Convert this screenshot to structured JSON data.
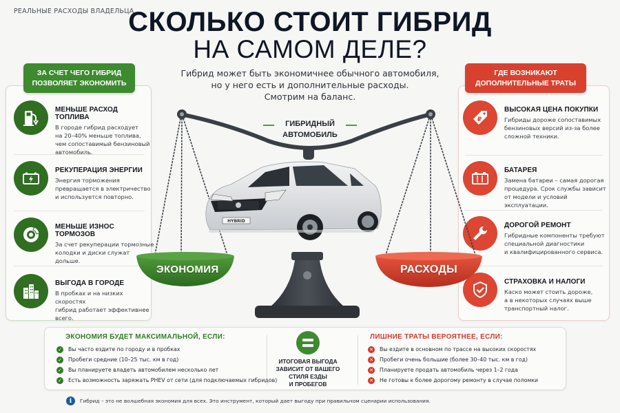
{
  "header": {
    "kicker": "РЕАЛЬНЫЕ РАСХОДЫ ВЛАДЕЛЬЦА",
    "title_line1": "СКОЛЬКО СТОИТ ГИБРИД",
    "title_line2": "НА САМОМ ДЕЛЕ?",
    "subtitle_lines": [
      "Гибрид может быть экономичнее обычного автомобиля,",
      "но у него есть и дополнительные расходы.",
      "Смотрим на баланс."
    ]
  },
  "colors": {
    "green": "#3d8a2f",
    "green_dark": "#306e21",
    "red": "#d9412f",
    "title": "#0f1624"
  },
  "savings_panel": {
    "heading_line1": "ЗА СЧЕТ ЧЕГО ГИБРИД",
    "heading_line2": "ПОЗВОЛЯЕТ ЭКОНОМИТЬ",
    "items": [
      {
        "icon": "fuel-pump-icon",
        "title": "МЕНЬШЕ РАСХОД ТОПЛИВА",
        "lines": [
          "В городе гибрид расходует",
          "на 20–40% меньше топлива,",
          "чем сопоставимый бензиновый",
          "автомобиль."
        ]
      },
      {
        "icon": "battery-charge-icon",
        "title": "РЕКУПЕРАЦИЯ ЭНЕРГИИ",
        "lines": [
          "Энергия торможения",
          "превращается в электричество",
          "и используется повторно."
        ]
      },
      {
        "icon": "brake-disc-icon",
        "title": "МЕНЬШЕ ИЗНОС ТОРМОЗОВ",
        "lines": [
          "За счет рекуперации тормозные",
          "колодки и диски служат дольше."
        ]
      },
      {
        "icon": "city-buildings-icon",
        "title": "ВЫГОДА В ГОРОДЕ",
        "lines": [
          "В пробках и на низких скоростях",
          "гибрид работает эффективнее",
          "всего."
        ]
      }
    ]
  },
  "costs_panel": {
    "heading_line1": "ГДЕ ВОЗНИКАЮТ",
    "heading_line2": "ДОПОЛНИТЕЛЬНЫЕ ТРАТЫ",
    "items": [
      {
        "icon": "price-tag-ruble-icon",
        "title": "ВЫСОКАЯ ЦЕНА ПОКУПКИ",
        "lines": [
          "Гибриды дороже сопоставимых",
          "бензиновых версий из-за более",
          "сложной техники."
        ]
      },
      {
        "icon": "car-battery-icon",
        "title": "БАТАРЕЯ",
        "lines": [
          "Замена батареи – самая дорогая",
          "процедура. Срок службы зависит",
          "от модели и условий эксплуатации."
        ]
      },
      {
        "icon": "wrench-icon",
        "title": "ДОРОГОЙ РЕМОНТ",
        "lines": [
          "Гибридные компоненты требуют",
          "специальной диагностики",
          "и квалифицированного сервиса."
        ]
      },
      {
        "icon": "shield-check-icon",
        "title": "СТРАХОВКА И НАЛОГИ",
        "lines": [
          "Каско может стоить дороже,",
          "а в некоторых случаях выше",
          "транспортный налог."
        ]
      }
    ]
  },
  "scale": {
    "center_label_line1": "ГИБРИДНЫЙ",
    "center_label_line2": "АВТОМОБИЛЬ",
    "left_pan_label": "ЭКОНОМИЯ",
    "right_pan_label": "РАСХОДЫ",
    "car_badge": "HYBRID"
  },
  "summary": {
    "savings": {
      "heading": "ЭКОНОМИЯ БУДЕТ МАКСИМАЛЬНОЙ, ЕСЛИ:",
      "items": [
        "Вы часто ездите по городу и в пробках",
        "Пробеги средние (10–25 тыс. км в год)",
        "Вы планируете владеть автомобилем несколько лет",
        "Есть возможность заряжать PHEV от сети (для подключаемых гибридов)"
      ]
    },
    "center": {
      "lines": [
        "ИТОГОВАЯ ВЫГОДА",
        "ЗАВИСИТ ОТ ВАШЕГО",
        "СТИЛЯ ЕЗДЫ",
        "И ПРОБЕГОВ"
      ]
    },
    "costs": {
      "heading": "ЛИШНИЕ ТРАТЫ ВЕРОЯТНЕЕ, ЕСЛИ:",
      "items": [
        "Вы ездите в основном по трассе на высоких скоростях",
        "Пробеги очень большие (более 30–40 тыс. км в год)",
        "Планируете продать автомобиль через 1–2 года",
        "Не готовы к более дорогому ремонту в случае поломки"
      ]
    }
  },
  "footer": {
    "text": "Гибрид – это не волшебная экономия для всех. Это инструмент, который дает выгоду при правильном сценарии использования."
  }
}
